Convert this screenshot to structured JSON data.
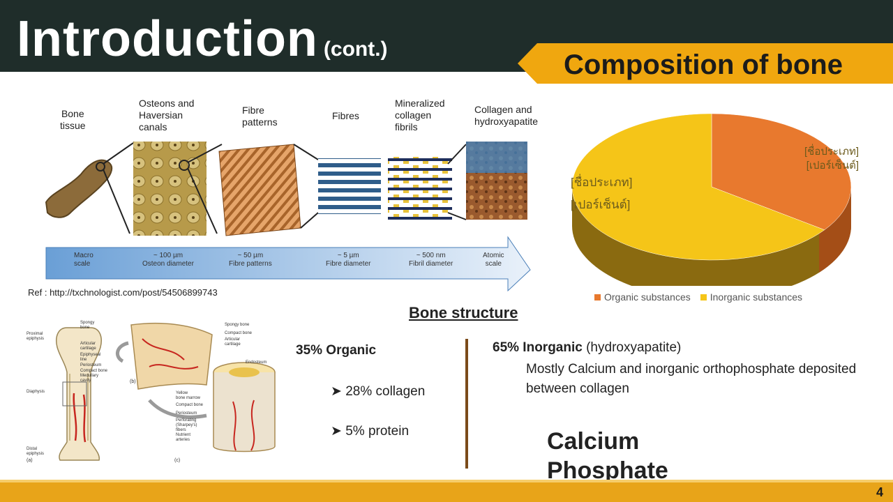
{
  "header": {
    "title": "Introduction",
    "title_suffix": "(cont.)",
    "ribbon": "Composition of bone"
  },
  "hierarchy": {
    "labels": [
      "Bone\ntissue",
      "Osteons and\nHaversian\ncanals",
      "Fibre\npatterns",
      "Fibres",
      "Mineralized\ncollagen\nfibrils",
      "Collagen and\nhydroxyapatite"
    ],
    "scale": [
      "Macro\nscale",
      "~ 100 µm\nOsteon diameter",
      "~ 50 µm\nFibre patterns",
      "~ 5 µm\nFibre diameter",
      "~ 500 nm\nFibril diameter",
      "Atomic\nscale"
    ],
    "ref": "Ref : http://txchnologist.com/post/54506899743"
  },
  "pie": {
    "placeholder_name": "[ชื่อประเภท]",
    "placeholder_percent": "[เปอร์เซ็นต์]",
    "legend": [
      {
        "label": "Organic substances",
        "color": "#e8792e"
      },
      {
        "label": "Inorganic substances",
        "color": "#f5c518"
      }
    ]
  },
  "chart_data": {
    "type": "pie",
    "categories": [
      "Organic substances",
      "Inorganic substances"
    ],
    "values": [
      35,
      65
    ],
    "colors": [
      "#e8792e",
      "#f5c518"
    ],
    "legend_position": "bottom"
  },
  "content": {
    "bone_structure": "Bone structure",
    "organic_head": "35% Organic",
    "organic_items": [
      "28% collagen",
      "5% protein"
    ],
    "inorganic_bold": "65% Inorganic",
    "inorganic_rest": " (hydroxyapatite)",
    "inorganic_desc": "Mostly Calcium and inorganic orthophosphate deposited between collagen",
    "calcium_1": "Calcium",
    "calcium_2": "Phosphate"
  },
  "diagram_labels": {
    "left": [
      "Proximal\nepiphysis",
      "Diaphysis",
      "Distal\nepiphysis"
    ],
    "spongy": "Spongy\nbone",
    "articular": "Articular\ncartilage",
    "epiphyseal": "Epiphyseal\nline",
    "periosteum": "Periosteum",
    "compact": "Compact bone",
    "medullary": "Medullary\ncavity",
    "right_top": [
      "Spongy bone",
      "Compact bone",
      "Articular\ncartilage"
    ],
    "endosteum": "Endosteum",
    "right_bottom": [
      "Yellow\nbone marrow",
      "Compact bone",
      "Periosteum",
      "Perforating\n(Sharpey's)\nfibers",
      "Nutrient\narteries"
    ],
    "fig_b": "(b)",
    "fig_a": "(a)",
    "fig_c": "(c)"
  },
  "footer": {
    "page": "4"
  }
}
